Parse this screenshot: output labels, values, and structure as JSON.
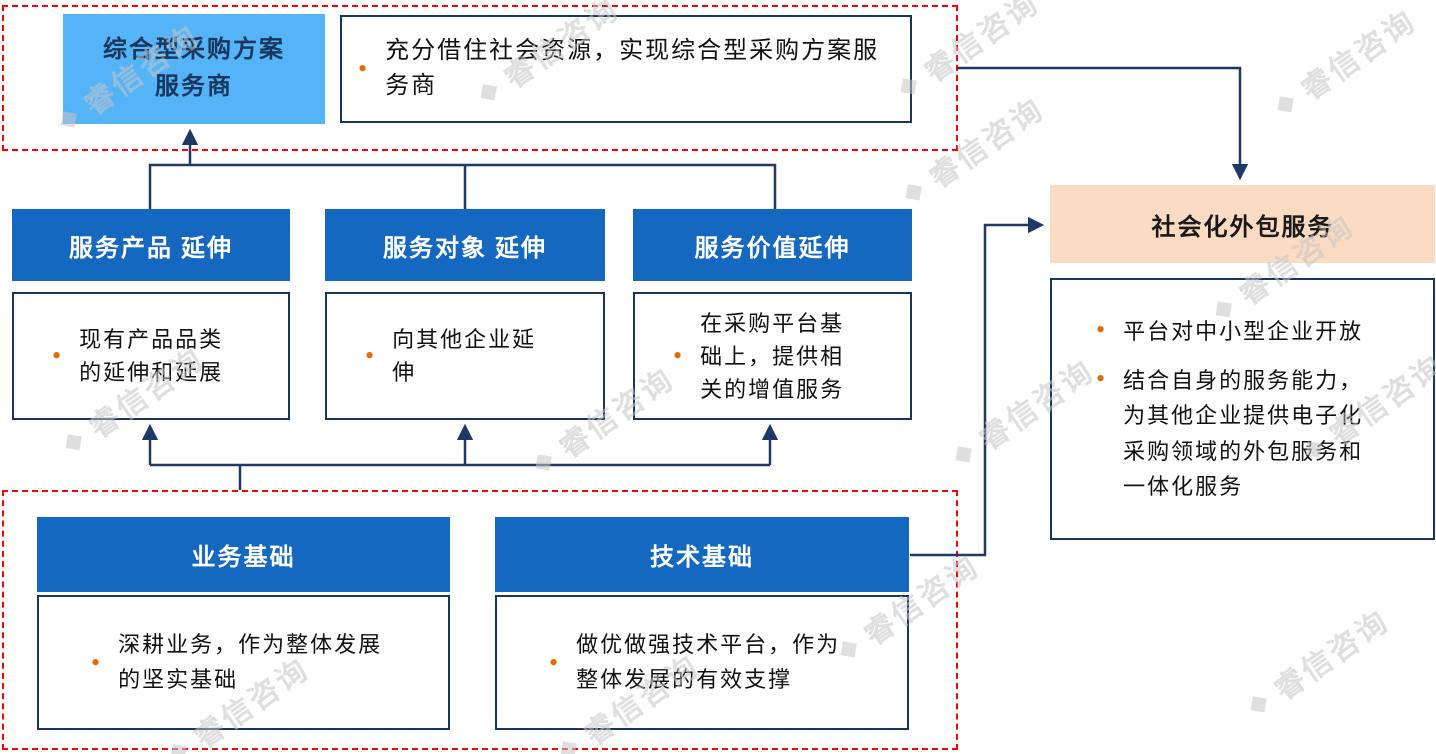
{
  "watermark": {
    "text": "睿信咨询"
  },
  "icons": {
    "bullet": "•",
    "watermark_logo": "◆"
  },
  "top_section": {
    "header": "综合型采购方案服务商",
    "bullet": "充分借住社会资源，实现综合型采购方案服务商"
  },
  "extension_boxes": [
    {
      "header": "服务产品 延伸",
      "bullet": "现有产品品类的延伸和延展"
    },
    {
      "header": "服务对象 延伸",
      "bullet": "向其他企业延伸"
    },
    {
      "header": "服务价值延伸",
      "bullet": "在采购平台基础上，提供相关的增值服务"
    }
  ],
  "foundation_boxes": [
    {
      "header": "业务基础",
      "bullet": "深耕业务，作为整体发展的坚实基础"
    },
    {
      "header": "技术基础",
      "bullet": "做优做强技术平台，作为整体发展的有效支撑"
    }
  ],
  "outsourcing_section": {
    "header": "社会化外包服务",
    "bullets": [
      "平台对中小型企业开放",
      "结合自身的服务能力，为其他企业提供电子化采购领域的外包服务和一体化服务"
    ]
  },
  "colors": {
    "blue_header": "#1468C0",
    "light_blue": "#55B3F8",
    "peach_fill": "#FBDCC2",
    "bullet_orange": "#E36C09",
    "line_navy": "#1F3864",
    "border_navy": "#17375E",
    "frame_red": "#FF0000",
    "watermark_gray": "#C6C6C6"
  }
}
